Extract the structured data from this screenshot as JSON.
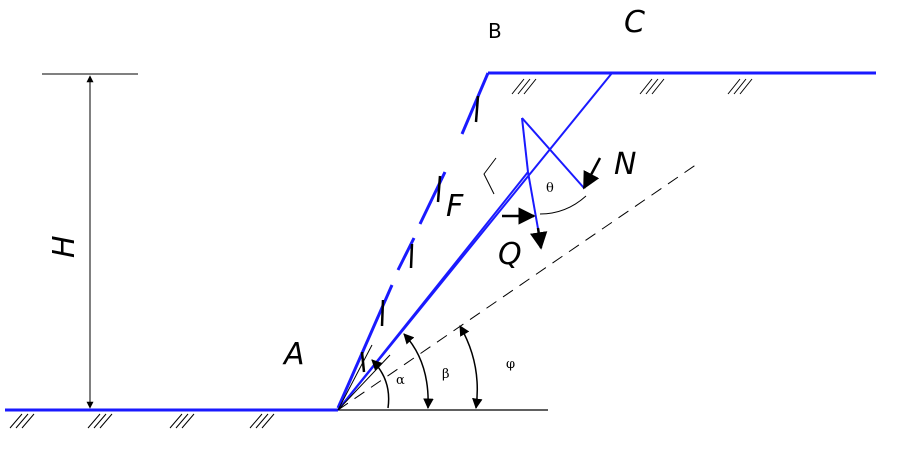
{
  "diagram": {
    "labels": {
      "point_a": "A",
      "point_b": "B",
      "point_c": "C",
      "height": "H",
      "force_f": "F",
      "force_q": "Q",
      "force_n": "N",
      "angle_alpha": "α",
      "angle_beta": "β",
      "angle_phi": "φ",
      "angle_theta": "θ"
    },
    "colors": {
      "ground_line": "#1a1aff",
      "construction_line": "#000000"
    }
  }
}
